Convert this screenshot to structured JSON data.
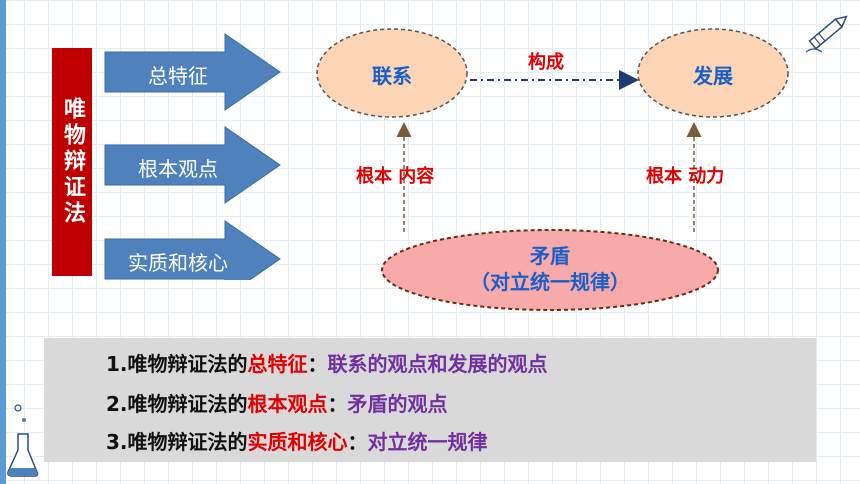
{
  "vertical_label": "唯物辩证法",
  "arrows": [
    {
      "label": "总特征"
    },
    {
      "label": "根本观点"
    },
    {
      "label": "实质和核心"
    }
  ],
  "nodes": {
    "link": "联系",
    "development": "发展"
  },
  "relations": {
    "constitute": "构成",
    "link_label": "根本 内容",
    "dev_label": "根本  动力"
  },
  "core": {
    "line1": "矛盾",
    "line2": "（对立统一规律）"
  },
  "summary": [
    {
      "prefix": "1.唯物辩证法的",
      "key": "总特征",
      "sep": "：",
      "value": "联系的观点和发展的观点"
    },
    {
      "prefix": "2.唯物辩证法的",
      "key": "根本观点",
      "sep": "：",
      "value": "矛盾的观点"
    },
    {
      "prefix": "3.唯物辩证法的",
      "key": "实质和核心",
      "sep": "：",
      "value": "对立统一规律"
    }
  ],
  "colors": {
    "label_bg": "#c00000",
    "arrow_fill": "#4f81bd",
    "node_fill": "#fbd5b5",
    "core_fill": "#f8a9a9",
    "accent_red": "#e00000",
    "accent_purple": "#7030a0",
    "node_text": "#1a5fc8"
  },
  "icons": [
    "pencil-icon",
    "flask-icon"
  ]
}
